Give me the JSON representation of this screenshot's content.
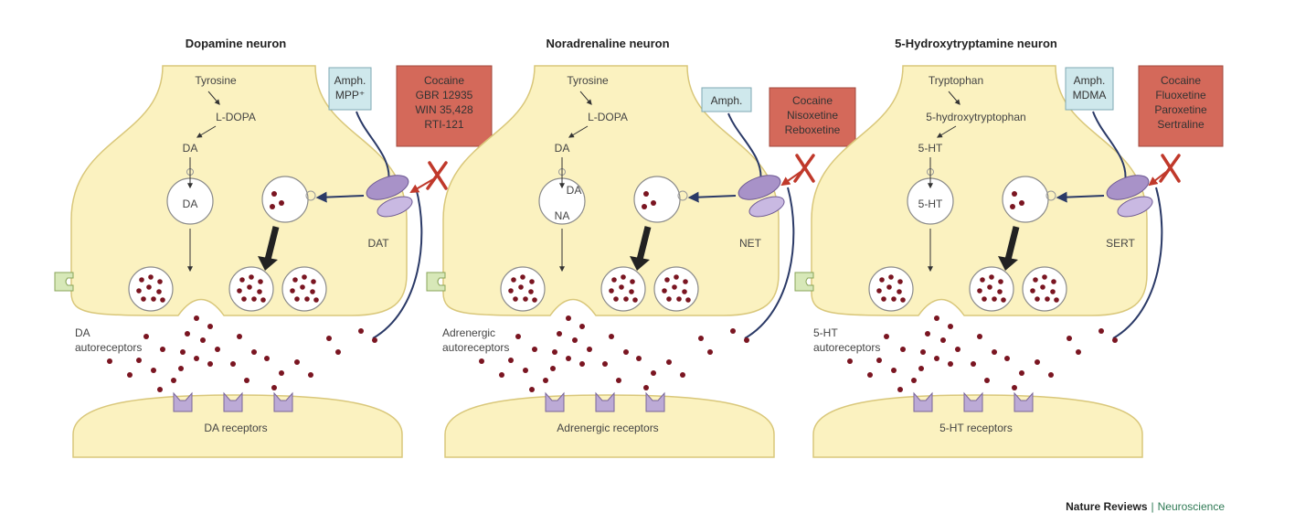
{
  "panels": [
    {
      "title": "Dopamine neuron",
      "precursor": "Tyrosine",
      "intermediate": "L-DOPA",
      "transmitter_top": "DA",
      "vesicle_label": "DA",
      "vesicle_label_2": "",
      "releasers": [
        "Amph.",
        "MPP⁺"
      ],
      "blockers": [
        "Cocaine",
        "GBR 12935",
        "WIN 35,428",
        "RTI-121"
      ],
      "transporter": "DAT",
      "autoreceptors": [
        "DA",
        "autoreceptors"
      ],
      "receptors": "DA receptors"
    },
    {
      "title": "Noradrenaline neuron",
      "precursor": "Tyrosine",
      "intermediate": "L-DOPA",
      "transmitter_top": "DA",
      "vesicle_label": "DA",
      "vesicle_label_2": "NA",
      "releasers": [
        "Amph."
      ],
      "blockers": [
        "Cocaine",
        "Nisoxetine",
        "Reboxetine"
      ],
      "transporter": "NET",
      "autoreceptors": [
        "Adrenergic",
        "autoreceptors"
      ],
      "receptors": "Adrenergic receptors"
    },
    {
      "title": "5-Hydroxytryptamine neuron",
      "precursor": "Tryptophan",
      "intermediate": "5-hydroxytryptophan",
      "transmitter_top": "5-HT",
      "vesicle_label": "5-HT",
      "vesicle_label_2": "",
      "releasers": [
        "Amph.",
        "MDMA"
      ],
      "blockers": [
        "Cocaine",
        "Fluoxetine",
        "Paroxetine",
        "Sertraline"
      ],
      "transporter": "SERT",
      "autoreceptors": [
        "5-HT",
        "autoreceptors"
      ],
      "receptors": "5-HT receptors"
    }
  ],
  "footer": {
    "journal": "Nature Reviews",
    "separator": "|",
    "section": "Neuroscience"
  },
  "colors": {
    "terminal_fill": "#fbf2c0",
    "terminal_stroke": "#d9c77a",
    "release_box_fill": "#cfe8ec",
    "block_box_fill": "#d4695a",
    "molecule": "#7a1521",
    "transporter": "#a892c8",
    "receptor": "#bcaad6",
    "block_mark": "#c0392b",
    "uptake_line": "#2b3a67"
  }
}
